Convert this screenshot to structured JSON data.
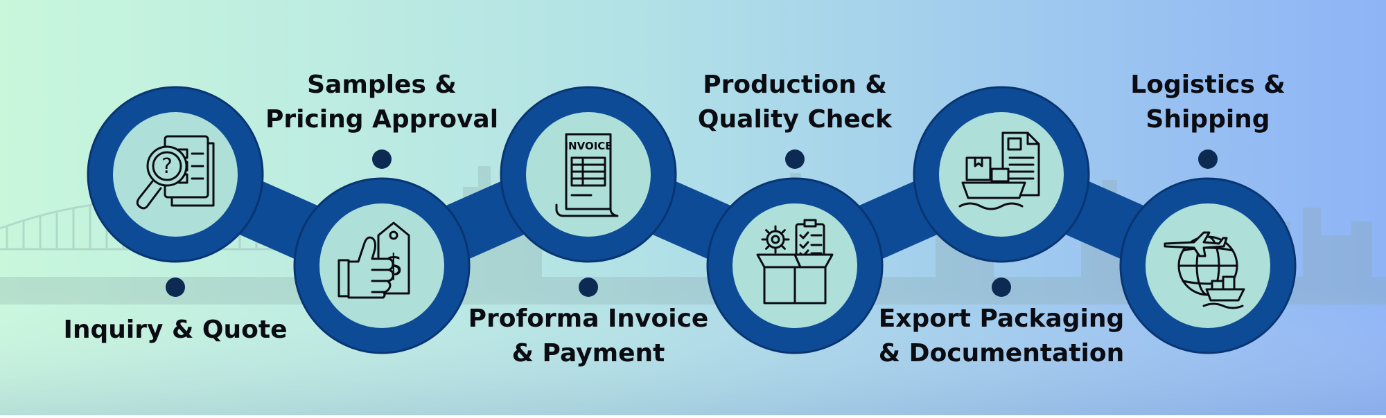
{
  "colors": {
    "background_left": "#c8f7dc",
    "background_mid": "#b3e2e6",
    "background_right": "#8eb4f6",
    "chain": "#0d4b96",
    "chain_edge": "#083572",
    "node_fill": "#aee0d9",
    "dot": "#0c2a52",
    "icon_stroke": "#0b0b12",
    "skyline": "#8aa7a5"
  },
  "steps": [
    {
      "title_lines": [
        "Inquiry & Quote"
      ],
      "icon": "magnifier-document-icon",
      "position": "upper",
      "label_side": "below"
    },
    {
      "title_lines": [
        "Samples &",
        "Pricing Approval"
      ],
      "icon": "thumbs-up-price-tag-icon",
      "position": "lower",
      "label_side": "above"
    },
    {
      "title_lines": [
        "Proforma Invoice",
        "& Payment"
      ],
      "icon": "invoice-icon",
      "position": "upper",
      "label_side": "below"
    },
    {
      "title_lines": [
        "Production &",
        "Quality Check"
      ],
      "icon": "box-gear-checklist-icon",
      "position": "lower",
      "label_side": "above"
    },
    {
      "title_lines": [
        "Export Packaging",
        "& Documentation"
      ],
      "icon": "boxes-ship-document-icon",
      "position": "upper",
      "label_side": "below"
    },
    {
      "title_lines": [
        "Logistics &",
        "Shipping"
      ],
      "icon": "globe-plane-ship-icon",
      "position": "lower",
      "label_side": "above"
    }
  ]
}
